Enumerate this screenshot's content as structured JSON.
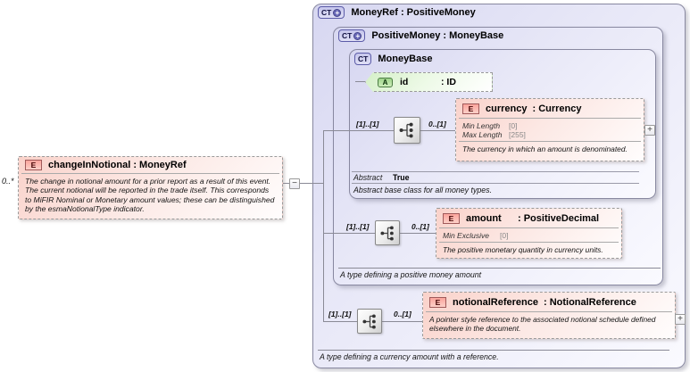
{
  "colors": {
    "ct_fill_top": "#d7d7f1",
    "element_fill_top": "#fad2ca",
    "attribute_fill_top": "#d5f0c8",
    "ct_badge_border": "#5c5ca8",
    "element_badge_border": "#a05a5a",
    "connector": "#8a8a96"
  },
  "change_in_notional": {
    "badge": "E",
    "cardinality": "0..*",
    "title": "changeInNotional : MoneyRef",
    "annotation": "The change in notional amount for a prior report as a result of this event. The current notional will be reported in the trade itself. This corresponds to MiFIR Nominal or Monetary amount values; these can be distinguished by the esmaNotionalType indicator.",
    "collapse_glyph": "−"
  },
  "money_ref": {
    "badge": "CT",
    "plus_glyph": "+",
    "title": "MoneyRef : PositiveMoney",
    "annotation": "A type defining a currency amount with a reference."
  },
  "positive_money": {
    "badge": "CT",
    "plus_glyph": "+",
    "title": "PositiveMoney : MoneyBase",
    "annotation": "A type defining a positive money amount"
  },
  "money_base": {
    "badge": "CT",
    "title": "MoneyBase",
    "abstract_label": "Abstract",
    "abstract_value": "True",
    "annotation": "Abstract base class for all money types."
  },
  "id_attribute": {
    "badge": "A",
    "name": "id",
    "type": ": ID"
  },
  "currency": {
    "badge": "E",
    "name": "currency",
    "type": ": Currency",
    "card_left": "[1]..[1]",
    "card_right": "0..[1]",
    "facets": [
      {
        "name": "Min Length",
        "value": "[0]"
      },
      {
        "name": "Max Length",
        "value": "[255]"
      }
    ],
    "annotation": "The currency in which an amount is denominated.",
    "expand_glyph": "+"
  },
  "amount": {
    "badge": "E",
    "name": "amount",
    "type": ": PositiveDecimal",
    "card_left": "[1]..[1]",
    "card_right": "0..[1]",
    "facets": [
      {
        "name": "Min Exclusive",
        "value": "[0]"
      }
    ],
    "annotation": "The positive monetary quantity in currency units."
  },
  "notional_reference": {
    "badge": "E",
    "name": "notionalReference",
    "type": ": NotionalReference",
    "card_left": "[1]..[1]",
    "card_right": "0..[1]",
    "annotation": "A pointer style reference to the associated notional schedule defined elsewhere in the document.",
    "expand_glyph": "+"
  }
}
